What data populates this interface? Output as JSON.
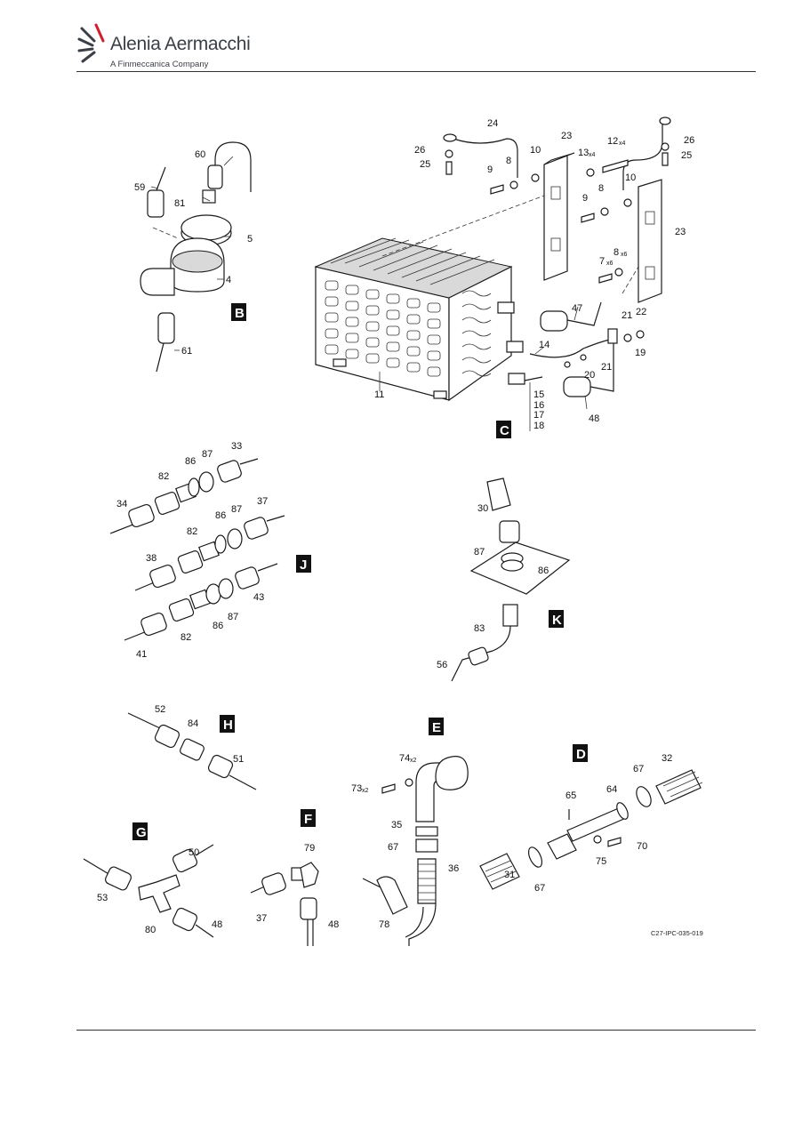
{
  "header": {
    "brand": "Alenia Aermacchi",
    "tagline": "A Finmeccanica Company"
  },
  "figure_ref": "C27-IPC-035-019",
  "views": [
    "B",
    "C",
    "J",
    "K",
    "H",
    "E",
    "D",
    "G",
    "F"
  ],
  "callouts": {
    "c24": "24",
    "c26a": "26",
    "c25a": "25",
    "c9a": "9",
    "c8a": "8",
    "c10a": "10",
    "c23a": "23",
    "c13": "13",
    "c13x": "x4",
    "c12": "12",
    "c12x": "x4",
    "c26b": "26",
    "c25b": "25",
    "c9b": "9",
    "c8b": "8",
    "c10b": "10",
    "c23b": "23",
    "c7": "7",
    "c7x": "x6",
    "c8c": "8",
    "c8cx": "x6",
    "c47": "47",
    "c21a": "21",
    "c22": "22",
    "c14": "14",
    "c19": "19",
    "c21b": "21",
    "c20": "20",
    "c11": "11",
    "c15": "15",
    "c16": "16",
    "c17": "17",
    "c18": "18",
    "c48a": "48",
    "c60": "60",
    "c59": "59",
    "c81": "81",
    "c5": "5",
    "c4": "4",
    "c61": "61",
    "c33": "33",
    "c87a": "87",
    "c86a": "86",
    "c82a": "82",
    "c34": "34",
    "c37a": "37",
    "c87b": "87",
    "c86b": "86",
    "c82b": "82",
    "c38": "38",
    "c43": "43",
    "c87c": "87",
    "c86c": "86",
    "c82c": "82",
    "c41": "41",
    "c30": "30",
    "c87d": "87",
    "c86d": "86",
    "c83": "83",
    "c56": "56",
    "c52": "52",
    "c84": "84",
    "c51": "51",
    "c74": "74",
    "c74x": "x2",
    "c73": "73",
    "c73x": "x2",
    "c35": "35",
    "c67a": "67",
    "c36": "36",
    "c78": "78",
    "c65": "65",
    "c64": "64",
    "c67b": "67",
    "c32": "32",
    "c75": "75",
    "c70": "70",
    "c31": "31",
    "c67c": "67",
    "c50": "50",
    "c53": "53",
    "c80": "80",
    "c48b": "48",
    "c79": "79",
    "c37b": "37",
    "c48c": "48"
  }
}
